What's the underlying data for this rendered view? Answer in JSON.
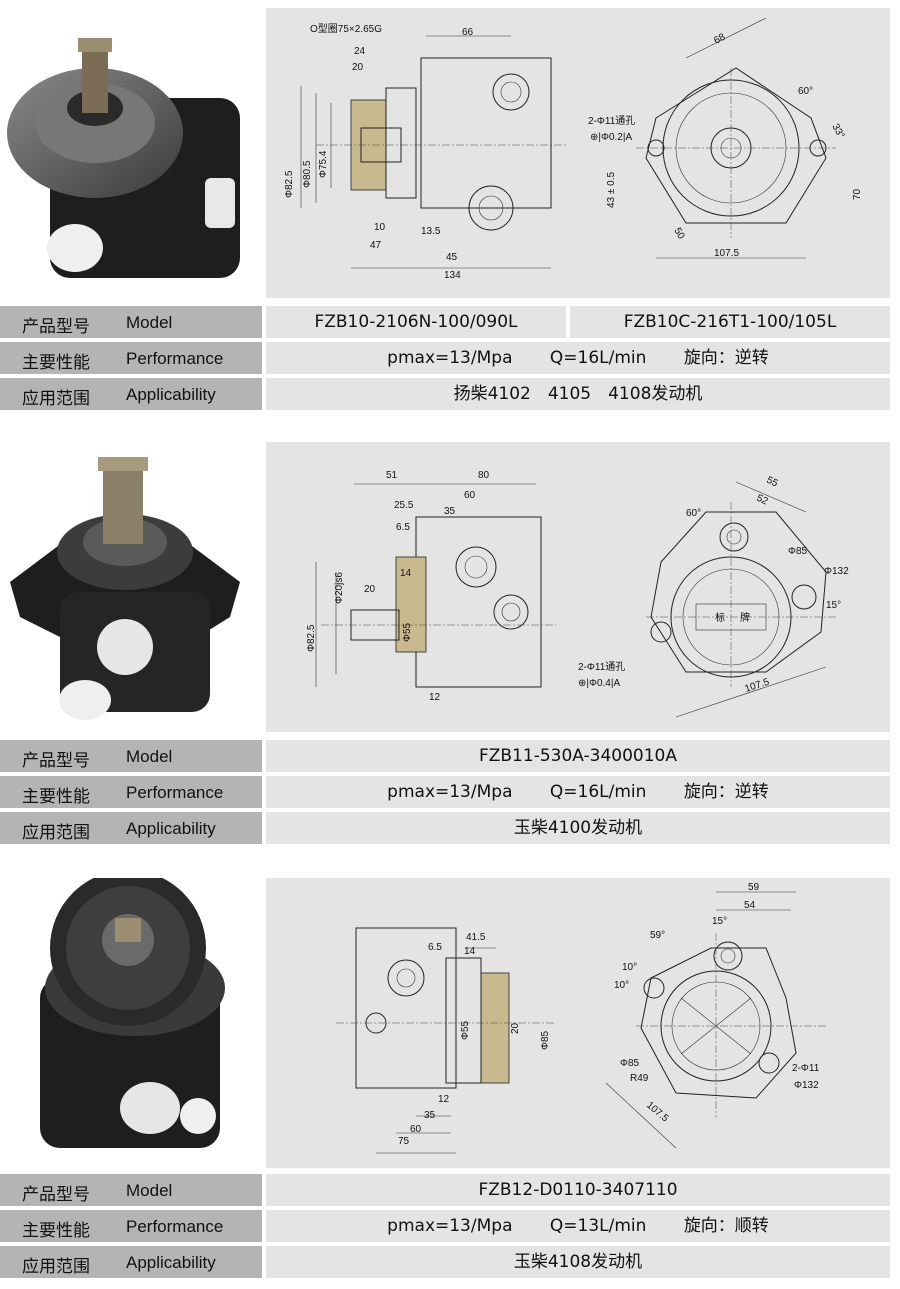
{
  "labels": {
    "model_zh": "产品型号",
    "model_en": "Model",
    "perf_zh": "主要性能",
    "perf_en": "Performance",
    "app_zh": "应用范围",
    "app_en": "Applicability"
  },
  "products": [
    {
      "model_a": "FZB10-2106N-100/090L",
      "model_b": "FZB10C-216T1-100/105L",
      "pmax": "pmax=13/Mpa",
      "flow": "Q=16L/min",
      "rotation": "旋向：逆转",
      "applicability": "扬柴4102　4105　4108发动机",
      "drawing": {
        "oring": "O型圈75×2.65G",
        "d66": "66",
        "d24": "24",
        "d20": "20",
        "d825": "Φ82.5",
        "d805": "Φ80.5",
        "d754": "Φ75.4",
        "d10": "10",
        "d135": "13.5",
        "d47": "47",
        "d45": "45",
        "d134": "134",
        "d68": "68",
        "a60": "60°",
        "a33": "33°",
        "holes": "2-Φ11通孔",
        "tol": "⊕|Φ0.2|A",
        "d43": "43 ± 0.5",
        "d70": "70",
        "d50": "50",
        "d1075": "107.5"
      }
    },
    {
      "model": "FZB11-530A-3400010A",
      "pmax": "pmax=13/Mpa",
      "flow": "Q=16L/min",
      "rotation": "旋向：逆转",
      "applicability": "玉柴4100发动机",
      "drawing": {
        "d51": "51",
        "d80": "80",
        "d60": "60",
        "d255": "25.5",
        "d35": "35",
        "d65": "6.5",
        "d20": "20",
        "d14": "14",
        "d20js6": "Φ20js6",
        "d825": "Φ82.5",
        "d55": "Φ55",
        "d12": "12",
        "a60": "60°",
        "d55b": "55",
        "d52": "52",
        "d85": "Φ85",
        "d132": "Φ132",
        "a15": "15°",
        "plate_a": "标",
        "plate_b": "牌",
        "holes": "2-Φ11通孔",
        "tol": "⊕|Φ0.4|A",
        "d1075": "107.5"
      }
    },
    {
      "model": "FZB12-D0110-3407110",
      "pmax": "pmax=13/Mpa",
      "flow": "Q=13L/min",
      "rotation": "旋向：顺转",
      "applicability": "玉柴4108发动机",
      "drawing": {
        "d415": "41.5",
        "d65": "6.5",
        "d14": "14",
        "d55": "Φ55",
        "d20": "20",
        "d85": "Φ85",
        "d12": "12",
        "d35": "35",
        "d60": "60",
        "d75": "75",
        "d59": "59",
        "d54": "54",
        "a15": "15°",
        "a59": "59°",
        "a10a": "10°",
        "a10b": "10°",
        "d85b": "Φ85",
        "r49": "R49",
        "holes": "2-Φ11",
        "d132": "Φ132",
        "d1075": "107.5"
      }
    }
  ]
}
